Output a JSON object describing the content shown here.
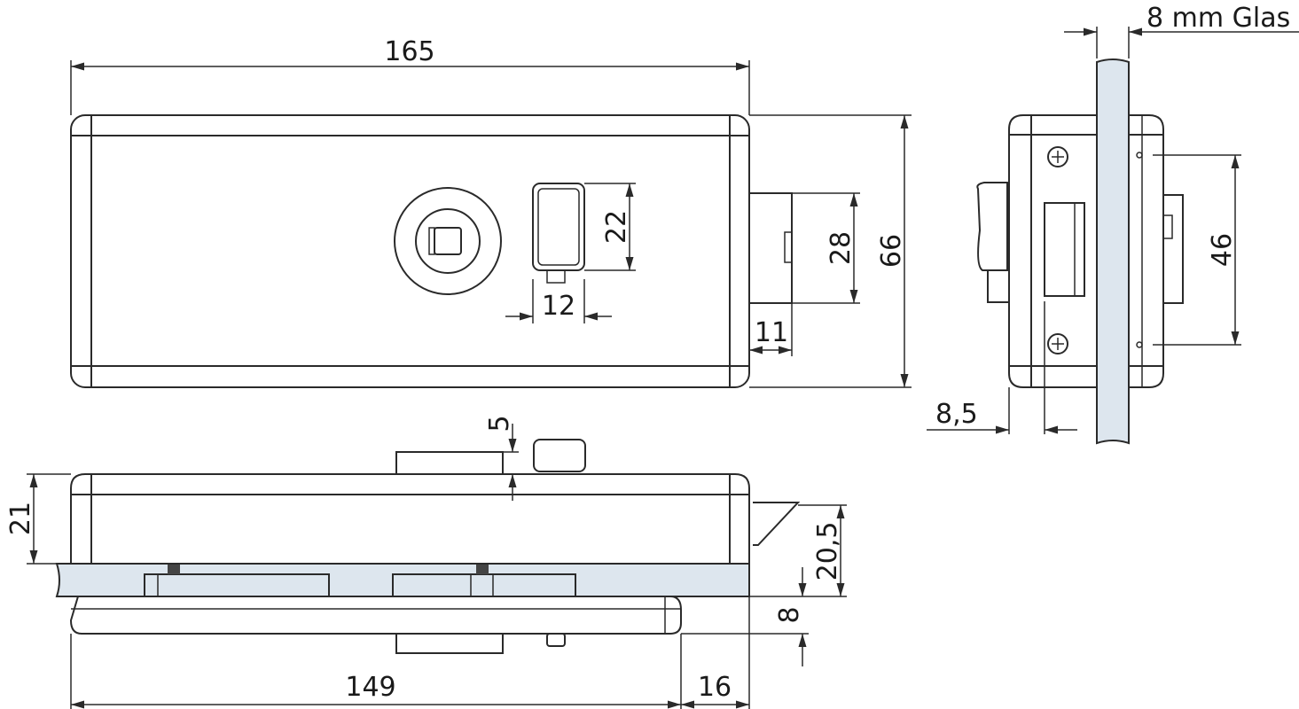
{
  "dimensions": {
    "width_total": "165",
    "height_total": "66",
    "bolt_height": "28",
    "window_height": "22",
    "window_width": "12",
    "bolt_projection": "11",
    "glass_label": "8 mm Glas",
    "screw_spacing": "46",
    "edge_offset": "8,5",
    "body_height": "21",
    "button_height": "5",
    "latch_height": "20,5",
    "glass_thickness": "8",
    "lower_length": "149",
    "latch_length": "16"
  },
  "colors": {
    "glass": "#dde6ee",
    "line": "#2a2a2a"
  }
}
